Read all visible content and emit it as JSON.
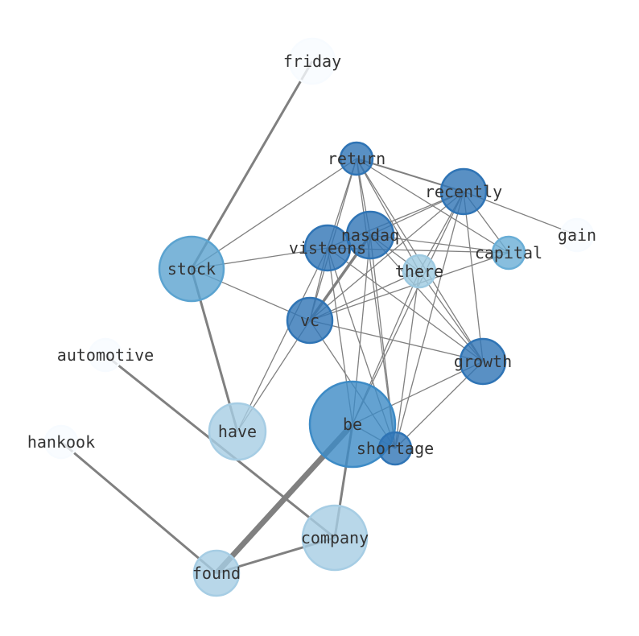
{
  "nodes": [
    {
      "id": "friday",
      "label": "friday",
      "color": "#f7fbff"
    },
    {
      "id": "return",
      "label": "return",
      "color": "#2f74b5"
    },
    {
      "id": "recently",
      "label": "recently",
      "color": "#2f74b5"
    },
    {
      "id": "gain",
      "label": "gain",
      "color": "#f7fbff"
    },
    {
      "id": "nasdaq",
      "label": "nasdaq",
      "color": "#2f74b5"
    },
    {
      "id": "visteons",
      "label": "visteons",
      "color": "#2f74b5"
    },
    {
      "id": "capital",
      "label": "capital",
      "color": "#6aaed6"
    },
    {
      "id": "there",
      "label": "there",
      "color": "#9ecae1"
    },
    {
      "id": "stock",
      "label": "stock",
      "color": "#5ba3d0"
    },
    {
      "id": "vc",
      "label": "vc",
      "color": "#2f74b5"
    },
    {
      "id": "automotive",
      "label": "automotive",
      "color": "#f7fbff"
    },
    {
      "id": "growth",
      "label": "growth",
      "color": "#2f74b5"
    },
    {
      "id": "be",
      "label": "be",
      "color": "#3d8bc6"
    },
    {
      "id": "have",
      "label": "have",
      "color": "#a6cde4"
    },
    {
      "id": "shortage",
      "label": "shortage",
      "color": "#2f74b5"
    },
    {
      "id": "hankook",
      "label": "hankook",
      "color": "#f7fbff"
    },
    {
      "id": "company",
      "label": "company",
      "color": "#a6cde4"
    },
    {
      "id": "found",
      "label": "found",
      "color": "#a6cde4"
    }
  ],
  "edges": [
    [
      "friday",
      "stock",
      3
    ],
    [
      "stock",
      "have",
      3
    ],
    [
      "automotive",
      "company",
      3
    ],
    [
      "hankook",
      "found",
      3
    ],
    [
      "be",
      "found",
      7
    ],
    [
      "found",
      "company",
      3
    ],
    [
      "be",
      "company",
      3
    ],
    [
      "nasdaq",
      "vc",
      3.5
    ],
    [
      "return",
      "stock",
      1.3
    ],
    [
      "return",
      "recently",
      2
    ],
    [
      "return",
      "capital",
      1.3
    ],
    [
      "return",
      "visteons",
      1.3
    ],
    [
      "return",
      "vc",
      1.3
    ],
    [
      "return",
      "nasdaq",
      1.3
    ],
    [
      "return",
      "shortage",
      1.3
    ],
    [
      "return",
      "growth",
      1.3
    ],
    [
      "return",
      "there",
      1.3
    ],
    [
      "recently",
      "visteons",
      1.3
    ],
    [
      "recently",
      "nasdaq",
      1.3
    ],
    [
      "recently",
      "vc",
      1.3
    ],
    [
      "recently",
      "there",
      1.3
    ],
    [
      "recently",
      "capital",
      1.3
    ],
    [
      "recently",
      "gain",
      1.3
    ],
    [
      "recently",
      "growth",
      1.3
    ],
    [
      "recently",
      "shortage",
      1.3
    ],
    [
      "recently",
      "be",
      1.3
    ],
    [
      "stock",
      "visteons",
      1.3
    ],
    [
      "stock",
      "vc",
      1.3
    ],
    [
      "nasdaq",
      "capital",
      1.3
    ],
    [
      "nasdaq",
      "there",
      1.3
    ],
    [
      "nasdaq",
      "shortage",
      1.3
    ],
    [
      "nasdaq",
      "be",
      1.3
    ],
    [
      "nasdaq",
      "growth",
      1.3
    ],
    [
      "visteons",
      "capital",
      1.3
    ],
    [
      "visteons",
      "vc",
      1.3
    ],
    [
      "visteons",
      "have",
      1.3
    ],
    [
      "visteons",
      "be",
      1.3
    ],
    [
      "visteons",
      "shortage",
      1.3
    ],
    [
      "visteons",
      "growth",
      1.3
    ],
    [
      "there",
      "vc",
      1.3
    ],
    [
      "there",
      "be",
      1.3
    ],
    [
      "there",
      "shortage",
      1.3
    ],
    [
      "there",
      "growth",
      1.3
    ],
    [
      "capital",
      "vc",
      1.3
    ],
    [
      "vc",
      "have",
      1.3
    ],
    [
      "vc",
      "growth",
      1.3
    ],
    [
      "vc",
      "shortage",
      1.3
    ],
    [
      "growth",
      "be",
      1.3
    ],
    [
      "growth",
      "shortage",
      1.3
    ],
    [
      "be",
      "shortage",
      1.3
    ]
  ]
}
